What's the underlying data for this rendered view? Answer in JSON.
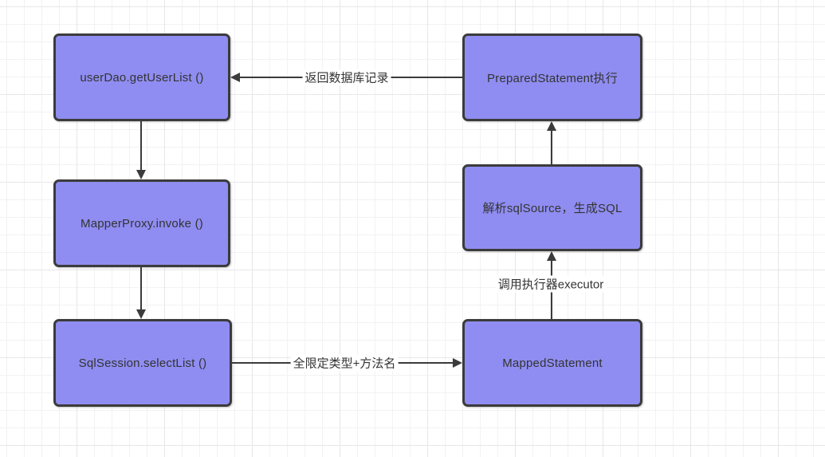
{
  "diagram": {
    "colors": {
      "canvas_bg": "#ffffff",
      "grid_minor": "#f2f2f5",
      "grid_major": "#e7e7ea",
      "node_fill": "#8f8df1",
      "node_border": "#3b3b3b",
      "node_text": "#333333",
      "arrow": "#3b3b3b",
      "edge_label_text": "#333333"
    },
    "nodes": {
      "user_dao": {
        "label": "userDao.getUserList ()"
      },
      "mapper_proxy": {
        "label": "MapperProxy.invoke ()"
      },
      "sql_session": {
        "label": "SqlSession.selectList ()"
      },
      "mapped_statement": {
        "label": "MappedStatement"
      },
      "parse_sql_source": {
        "label": "解析sqlSource，生成SQL"
      },
      "prepared_statement": {
        "label": "PreparedStatement执行"
      }
    },
    "edges": {
      "return_db_records": {
        "label": "返回数据库记录"
      },
      "full_qualified_type_method": {
        "label": "全限定类型+方法名"
      },
      "call_executor": {
        "label": "调用执行器executor"
      }
    }
  }
}
